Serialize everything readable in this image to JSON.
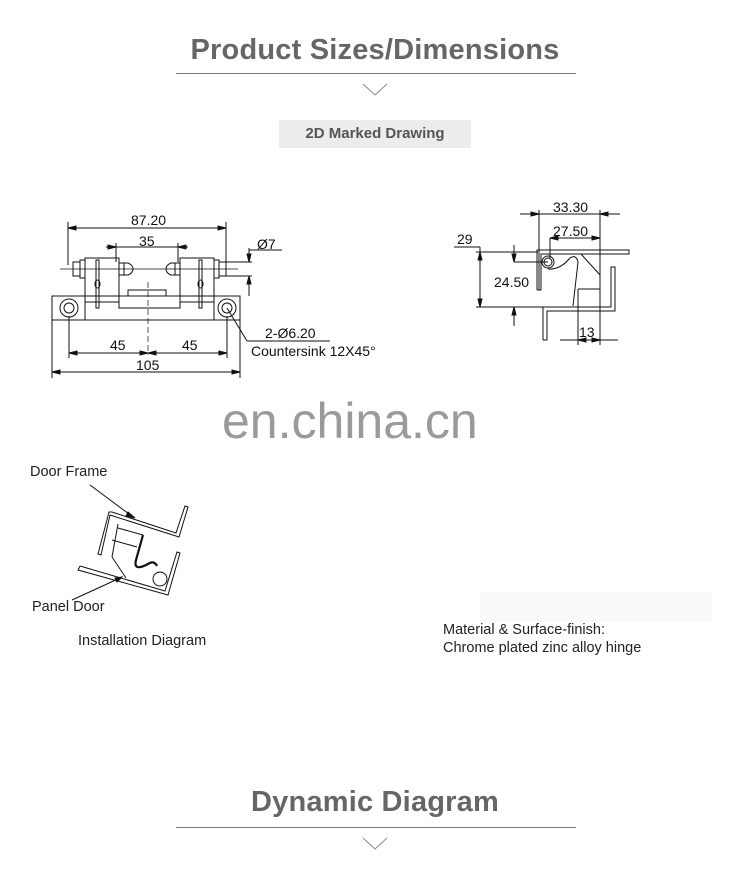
{
  "sections": {
    "product_sizes": {
      "title": "Product Sizes/Dimensions",
      "icon": "chevron-down-icon"
    },
    "dynamic_diagram": {
      "title": "Dynamic Diagram",
      "icon": "chevron-down-icon"
    }
  },
  "badge": {
    "label": "2D Marked Drawing"
  },
  "front_view": {
    "dims": {
      "overall_pins": "87.20",
      "inner_gap": "35",
      "pin_diameter": "Ø7",
      "hole_spec": "2-Ø6.20",
      "countersink": "Countersink 12X45°",
      "left_half": "45",
      "right_half": "45",
      "base_length": "105"
    }
  },
  "side_view": {
    "dims": {
      "outer_width": "33.30",
      "inner_width": "27.50",
      "height_total": "29",
      "height_pivot": "24.50",
      "flange": "13"
    }
  },
  "watermark": {
    "text": "en.china.cn"
  },
  "installation": {
    "door_frame_label": "Door Frame",
    "panel_door_label": "Panel Door",
    "caption": "Installation Diagram"
  },
  "material": {
    "line1": "Material & Surface-finish:",
    "line2": "Chrome plated zinc alloy hinge"
  }
}
